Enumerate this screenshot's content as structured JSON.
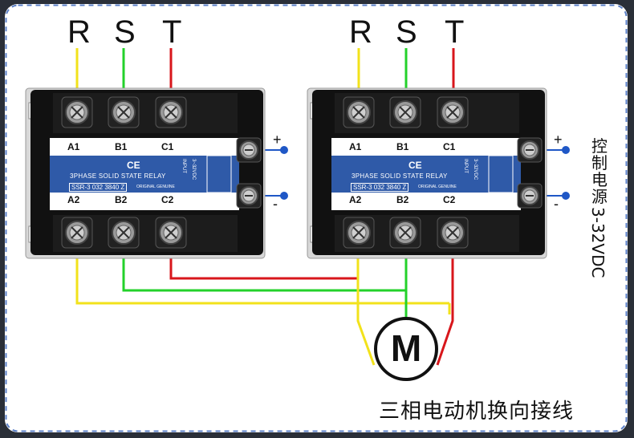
{
  "phase_labels_left": [
    "R",
    "S",
    "T"
  ],
  "phase_labels_right": [
    "R",
    "S",
    "T"
  ],
  "relay": {
    "top_terminals": [
      "A1",
      "B1",
      "C1"
    ],
    "bottom_terminals": [
      "A2",
      "B2",
      "C2"
    ],
    "ce_mark": "CE",
    "title": "3PHASE SOLID STATE RELAY",
    "model": "SSR-3 032 3840 Z",
    "genuine": "ORIGINAL GENUINE",
    "input_label": "INPUT",
    "input_range": "3~32VDC"
  },
  "control_plus": "+",
  "control_minus": "-",
  "side_label_cjk": [
    "控",
    "制",
    "电",
    "源"
  ],
  "side_label_ascii": "3-32VDC",
  "motor_letter": "M",
  "caption": "三相电动机换向接线",
  "colors": {
    "phase_R": "#f2e21b",
    "phase_S": "#23d12a",
    "phase_T": "#d8161b",
    "control_wire": "#1f57c6",
    "relay_body": "#111111",
    "label_panel": "#2f5aa8"
  }
}
